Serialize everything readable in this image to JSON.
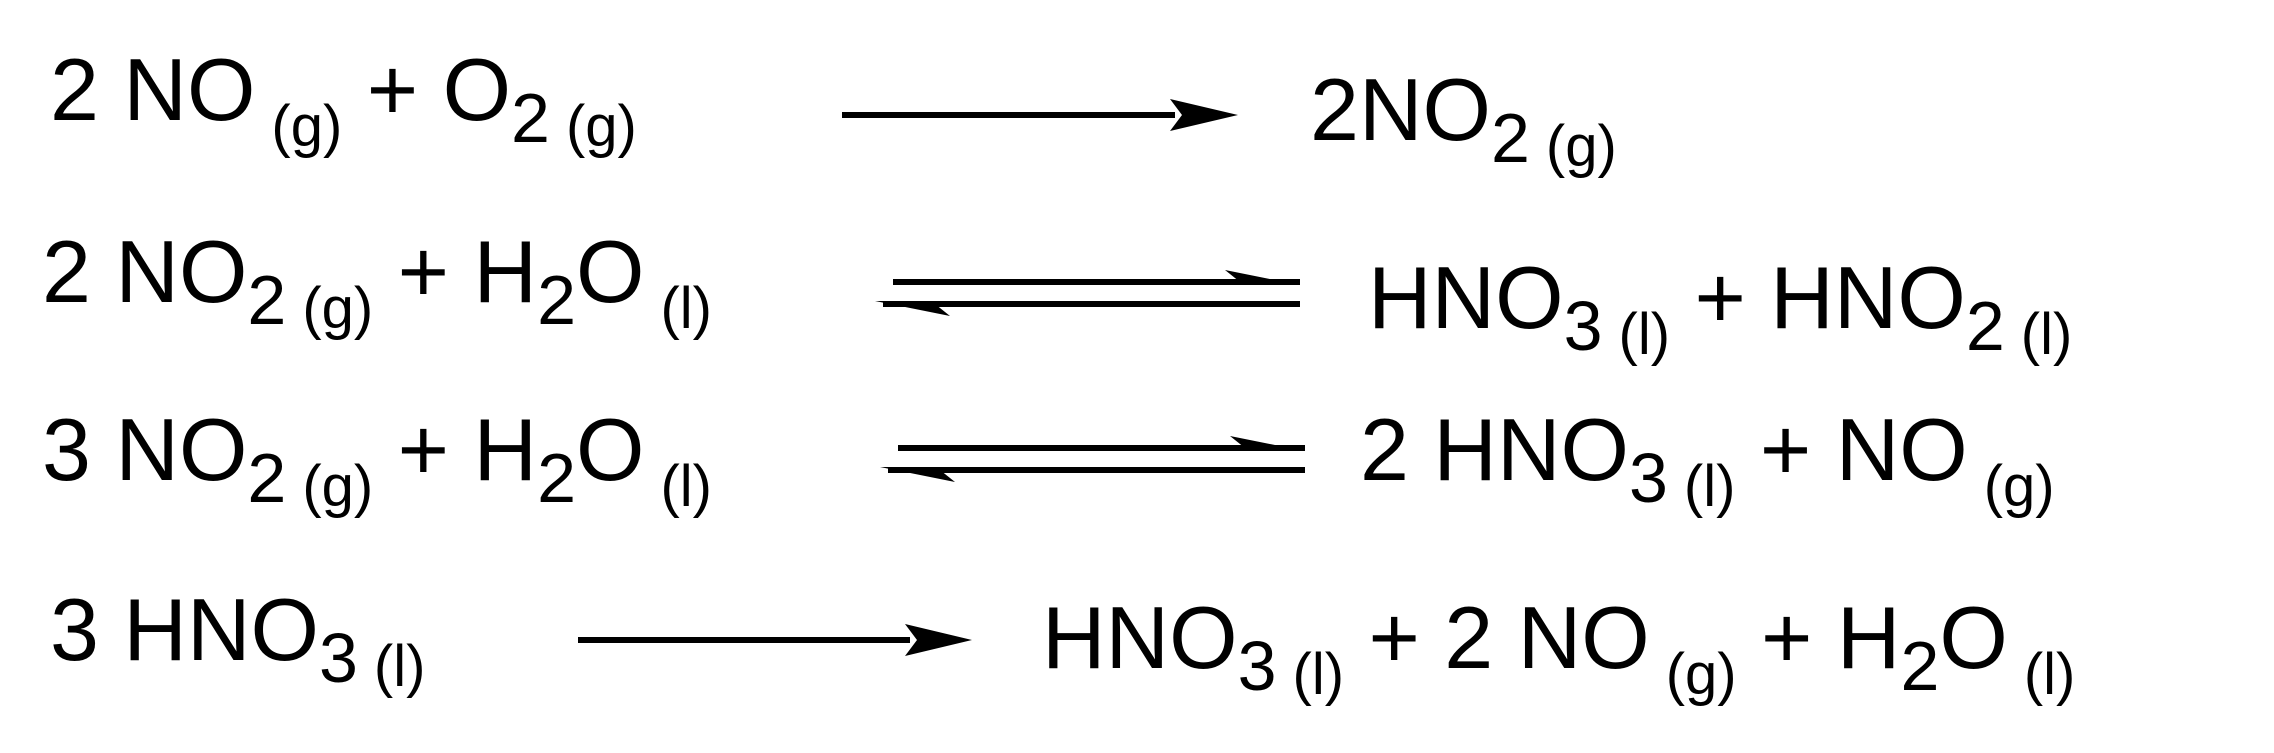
{
  "reactions": [
    {
      "arrow": "single",
      "reactants": [
        [
          {
            "t": "2 NO"
          },
          {
            "t": "(g)",
            "k": "state"
          },
          {
            "t": " + O"
          },
          {
            "t": "2",
            "k": "sub"
          },
          {
            "t": "(g)",
            "k": "state"
          }
        ]
      ],
      "products": [
        [
          {
            "t": "2NO"
          },
          {
            "t": "2",
            "k": "sub"
          },
          {
            "t": "(g)",
            "k": "state"
          }
        ]
      ]
    },
    {
      "arrow": "equilibrium",
      "reactants": [
        [
          {
            "t": "2 NO"
          },
          {
            "t": "2",
            "k": "sub"
          },
          {
            "t": "(g)",
            "k": "state"
          },
          {
            "t": " + H"
          },
          {
            "t": "2",
            "k": "sub"
          },
          {
            "t": "O"
          },
          {
            "t": "(l)",
            "k": "state"
          }
        ]
      ],
      "products": [
        [
          {
            "t": "HNO"
          },
          {
            "t": "3",
            "k": "sub"
          },
          {
            "t": "(l)",
            "k": "state"
          },
          {
            "t": " + HNO"
          },
          {
            "t": "2",
            "k": "sub"
          },
          {
            "t": "(l)",
            "k": "state"
          }
        ]
      ]
    },
    {
      "arrow": "equilibrium",
      "reactants": [
        [
          {
            "t": "3 NO"
          },
          {
            "t": "2",
            "k": "sub"
          },
          {
            "t": "(g)",
            "k": "state"
          },
          {
            "t": " + H"
          },
          {
            "t": "2",
            "k": "sub"
          },
          {
            "t": "O"
          },
          {
            "t": "(l)",
            "k": "state"
          }
        ]
      ],
      "products": [
        [
          {
            "t": "2 HNO"
          },
          {
            "t": "3",
            "k": "sub"
          },
          {
            "t": "(l)",
            "k": "state"
          },
          {
            "t": " + NO"
          },
          {
            "t": "(g)",
            "k": "state"
          }
        ]
      ]
    },
    {
      "arrow": "single",
      "reactants": [
        [
          {
            "t": "3 HNO"
          },
          {
            "t": "3",
            "k": "sub"
          },
          {
            "t": "(l)",
            "k": "state"
          }
        ]
      ],
      "products": [
        [
          {
            "t": "HNO"
          },
          {
            "t": "3",
            "k": "sub"
          },
          {
            "t": "(l)",
            "k": "state"
          },
          {
            "t": " + 2 NO"
          },
          {
            "t": "(g)",
            "k": "state"
          },
          {
            "t": " + H"
          },
          {
            "t": "2",
            "k": "sub"
          },
          {
            "t": "O"
          },
          {
            "t": "(l)",
            "k": "state"
          }
        ]
      ]
    }
  ]
}
